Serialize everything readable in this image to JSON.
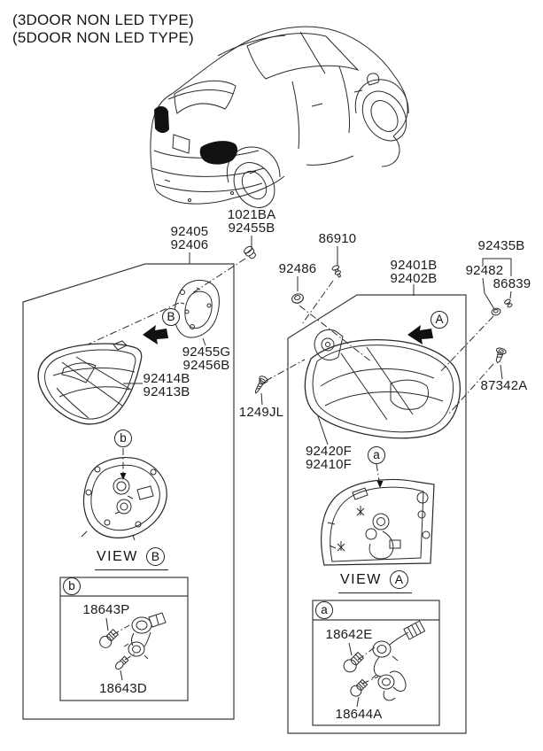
{
  "header": {
    "line1": "(3DOOR NON LED TYPE)",
    "line2": "(5DOOR NON LED TYPE)"
  },
  "parts": {
    "g92405": {
      "l1": "92405",
      "l2": "92406"
    },
    "g1021BA": {
      "l1": "1021BA",
      "l2": "92455B"
    },
    "p86910": "86910",
    "p92486": "92486",
    "g92401B": {
      "l1": "92401B",
      "l2": "92402B"
    },
    "p92435B": "92435B",
    "p92482": "92482",
    "p86839": "86839",
    "g92455G": {
      "l1": "92455G",
      "l2": "92456B"
    },
    "g92414B": {
      "l1": "92414B",
      "l2": "92413B"
    },
    "p1249JL": "1249JL",
    "p87342A": "87342A",
    "g92420F": {
      "l1": "92420F",
      "l2": "92410F"
    },
    "p18643P": "18643P",
    "p18643D": "18643D",
    "p18642E": "18642E",
    "p18644A": "18644A"
  },
  "markers": {
    "upper_a": "A",
    "upper_b": "B",
    "lower_a": "a",
    "lower_b": "b"
  },
  "view_label": "VIEW",
  "colors": {
    "line": "#2a2a2a",
    "lamp_fill": "#111111"
  }
}
